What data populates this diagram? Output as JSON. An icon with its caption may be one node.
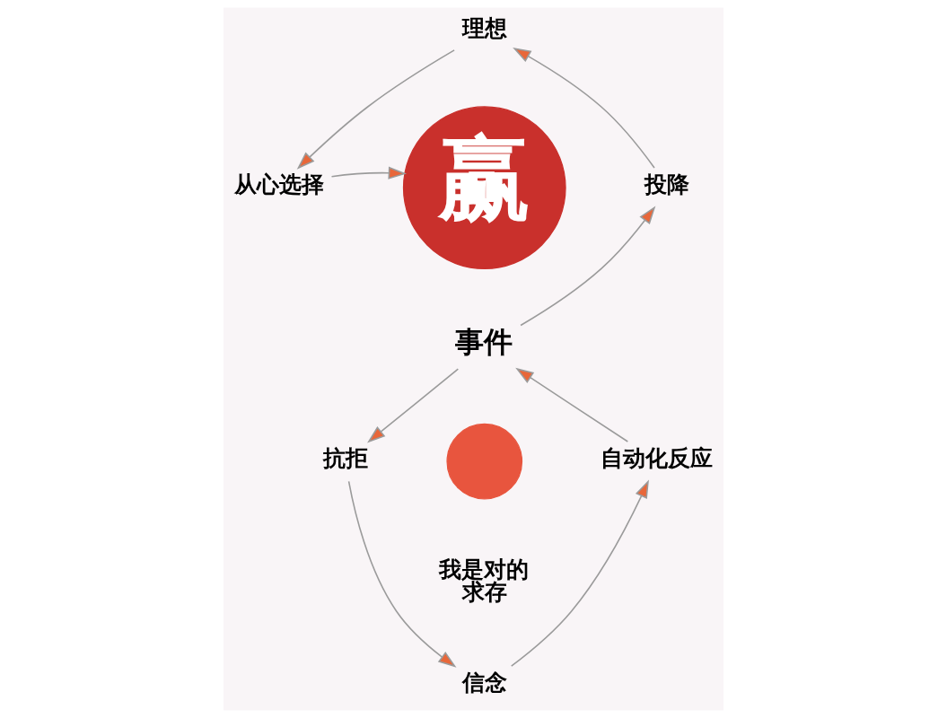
{
  "diagram": {
    "nodes": [
      {
        "text": [
          "理想"
        ]
      },
      {
        "text": [
          "从心选择"
        ]
      },
      {
        "text": [
          "赢"
        ]
      },
      {
        "text": [
          "投降"
        ]
      },
      {
        "text": [
          "事件"
        ]
      },
      {
        "text": [
          "抗拒"
        ]
      },
      {
        "text": [],
        "shape": "circle",
        "beside": [
          "我是对的",
          "求存"
        ]
      },
      {
        "text": [
          "自动化反应"
        ]
      },
      {
        "text": [
          "信念"
        ]
      }
    ],
    "edges": [
      {
        "from": 4,
        "to": 3,
        "arrow": "to"
      },
      {
        "from": 3,
        "to": 0,
        "arrow": "to"
      },
      {
        "from": 0,
        "to": 1,
        "arrow": "to"
      },
      {
        "from": 1,
        "to": 2,
        "arrow": "to"
      },
      {
        "from": 4,
        "to": 5,
        "arrow": "to"
      },
      {
        "from": 5,
        "to": 8,
        "arrow": "to"
      },
      {
        "from": 8,
        "to": 7,
        "arrow": "to"
      },
      {
        "from": 7,
        "to": 4,
        "arrow": "to"
      }
    ]
  }
}
